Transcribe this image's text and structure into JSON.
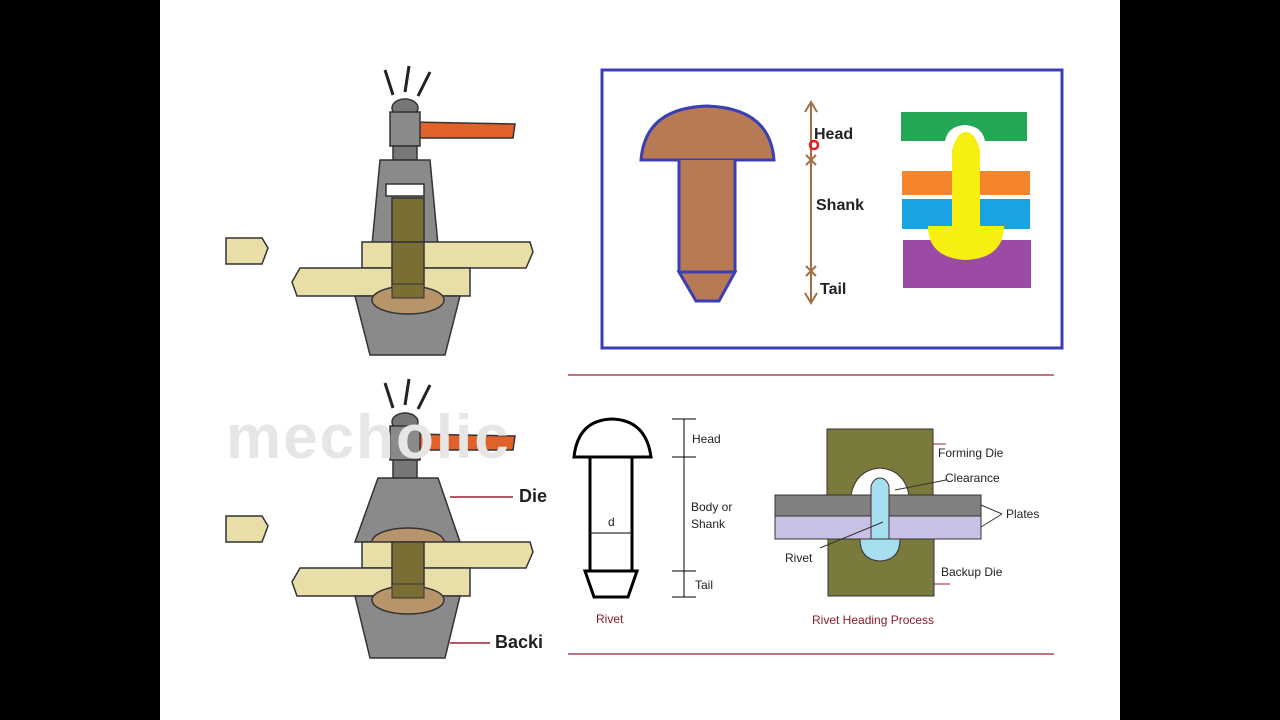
{
  "top_right": {
    "head": "Head",
    "shank": "Shank",
    "tail": "Tail"
  },
  "bottom_left": {
    "watermark": "mecholic",
    "die": "Die",
    "backing": "Backi"
  },
  "rivet_diagram": {
    "head": "Head",
    "body": "Body  or",
    "shank": "Shank",
    "tail": "Tail",
    "diameter": "d",
    "caption": "Rivet"
  },
  "heading_process": {
    "forming_die": "Forming Die",
    "clearance": "Clearance",
    "plates": "Plates",
    "rivet": "Rivet",
    "backup_die": "Backup Die",
    "caption": "Rivet Heading Process"
  },
  "colors": {
    "rivet_brown": "#b87a55",
    "frame_blue": "#3a3fb3",
    "green_die": "#22a855",
    "orange_plate": "#f5842a",
    "blue_plate": "#1aa3e3",
    "purple_die": "#9b4aa6",
    "yellow_rivet": "#f7ef12",
    "olive_die": "#7a7a3c",
    "plate_tan": "#e8dfa8",
    "tool_grey": "#8a8a8a",
    "handle_orange": "#e0622a",
    "divider_red": "#9a2030"
  }
}
